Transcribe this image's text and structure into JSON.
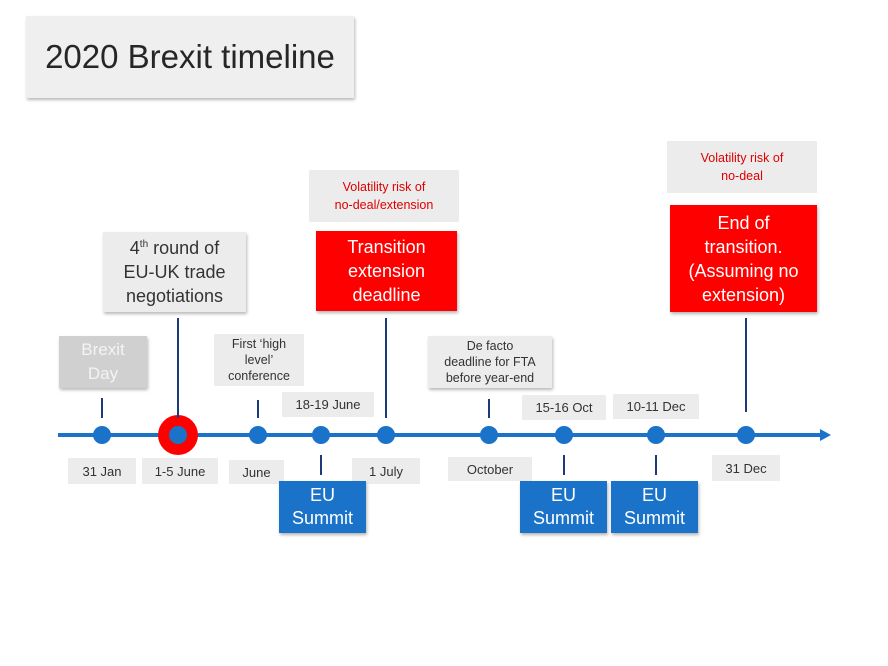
{
  "title": "2020 Brexit timeline",
  "colors": {
    "axis": "#1a73c8",
    "node": "#1a73c8",
    "connector": "#1f3a7a",
    "highlight_ring": "#ff0000",
    "risk_box": "#ff0000",
    "summit_box": "#1a73c8",
    "label_box": "#ececec"
  },
  "events": {
    "brexit_day": {
      "line1": "Brexit",
      "line2": "Day"
    },
    "round4": {
      "line1_prefix": "4",
      "line1_sup": "th",
      "line1_suffix": " round of",
      "line2": "EU-UK trade",
      "line3": "negotiations"
    },
    "high_level": {
      "line1": "First ‘high",
      "line2": "level’",
      "line3": "conference"
    },
    "june_summit_dates": "18-19 June",
    "extension_risk": {
      "line1": "Volatility risk of",
      "line2": "no-deal/extension"
    },
    "extension_deadline": {
      "line1": "Transition",
      "line2": "extension",
      "line3": "deadline"
    },
    "fta_deadline": {
      "line1": "De facto",
      "line2": "deadline for FTA",
      "line3": "before year-end"
    },
    "oct_summit_dates": "15-16 Oct",
    "dec_summit_dates": "10-11 Dec",
    "end_risk": {
      "line1": "Volatility risk of",
      "line2": "no-deal"
    },
    "end_transition": {
      "line1": "End of",
      "line2": "transition.",
      "line3": "(Assuming no",
      "line4": "extension)"
    }
  },
  "dates": {
    "jan31": "31 Jan",
    "june1_5": "1-5 June",
    "june": "June",
    "july1": "1 July",
    "october": "October",
    "dec31": "31 Dec"
  },
  "summits": {
    "june": {
      "line1": "EU",
      "line2": "Summit"
    },
    "october": {
      "line1": "EU",
      "line2": "Summit"
    },
    "december": {
      "line1": "EU",
      "line2": "Summit"
    }
  }
}
